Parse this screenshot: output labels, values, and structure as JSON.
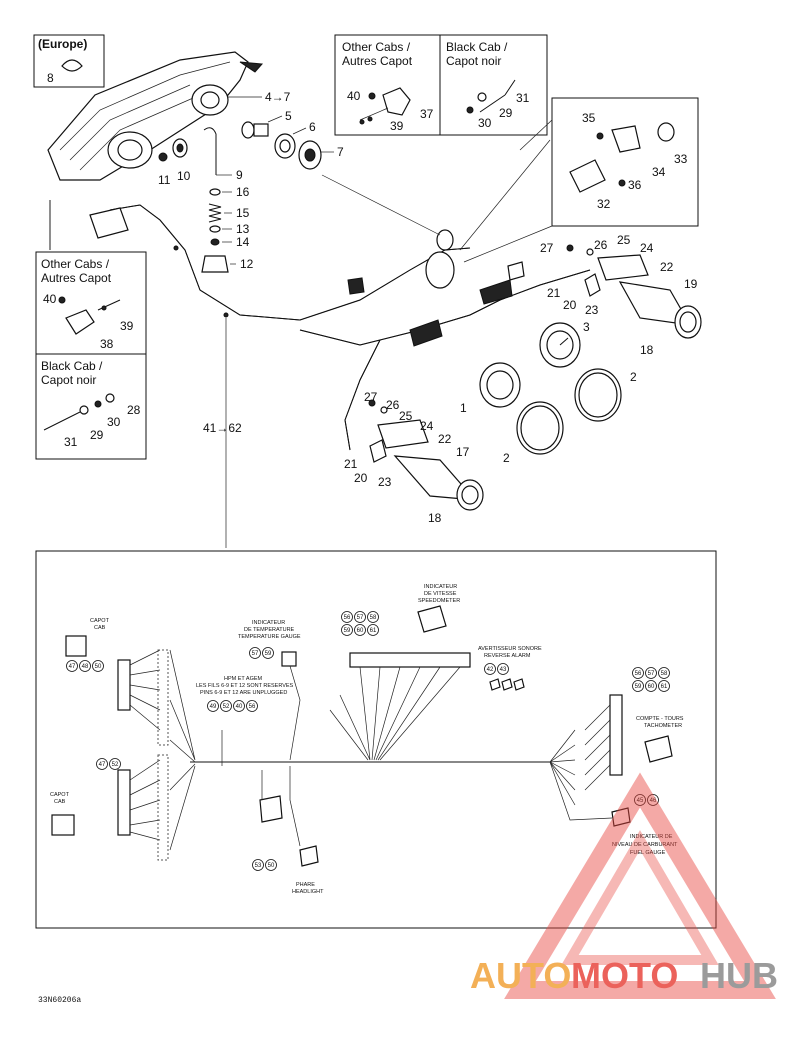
{
  "upper_labels": {
    "europe": "(Europe)",
    "other_cabs_1": "Other Cabs /",
    "other_cabs_2": "Autres Capot",
    "black_cab_1": "Black Cab /",
    "black_cab_2": "Capot noir"
  },
  "callouts": {
    "n8": "8",
    "n4_7": "4→7",
    "n5": "5",
    "n6": "6",
    "n7": "7",
    "n9": "9",
    "n10": "10",
    "n11": "11",
    "n12": "12",
    "n13": "13",
    "n14": "14",
    "n15": "15",
    "n16": "16",
    "n40a": "40",
    "n37a": "37",
    "n39a": "39",
    "n31a": "31",
    "n29a": "29",
    "n30a": "30",
    "n35": "35",
    "n33": "33",
    "n34": "34",
    "n36": "36",
    "n32": "32",
    "n27a": "27",
    "n26a": "26",
    "n25a": "25",
    "n24a": "24",
    "n22a": "22",
    "n21a": "21",
    "n20a": "20",
    "n23a": "23",
    "n19": "19",
    "n18a": "18",
    "n3": "3",
    "n1": "1",
    "n2a": "2",
    "n2b": "2",
    "n40b": "40",
    "n39b": "39",
    "n38": "38",
    "n28": "28",
    "n30b": "30",
    "n29b": "29",
    "n31b": "31",
    "n41_62": "41→62",
    "n27b": "27",
    "n26b": "26",
    "n25b": "25",
    "n24b": "24",
    "n22b": "22",
    "n17": "17",
    "n21b": "21",
    "n20b": "20",
    "n23b": "23",
    "n18b": "18"
  },
  "wiring": {
    "capot_cab_top_1": "CAPOT",
    "capot_cab_top_2": "CAB",
    "capot_cab_bottom_1": "CAPOT",
    "capot_cab_bottom_2": "CAB",
    "temp_gauge_1": "INDICATEUR",
    "temp_gauge_2": "DE TEMPERATURE",
    "temp_gauge_3": "TEMPERATURE GAUGE",
    "speedo_1": "INDICATEUR",
    "speedo_2": "DE VITESSE",
    "speedo_3": "SPEEDOMETER",
    "reverse_1": "AVERTISSEUR SONORE",
    "reverse_2": "REVERSE ALARM",
    "tach_1": "COMPTE - TOURS",
    "tach_2": "TACHOMETER",
    "fuel_1": "INDICATEUR DE",
    "fuel_2": "NIVEAU DE CARBURANT",
    "fuel_3": "FUEL GAUGE",
    "headlight_1": "PHARE",
    "headlight_2": "HEADLIGHT",
    "note_1": "HPM ET AGEM",
    "note_2": "LES FILS 6-9 ET 12 SONT RESERVES",
    "note_3": "PINS 6-9 ET 12 ARE UNPLUGGED",
    "circles_top_left": [
      "47",
      "48",
      "50"
    ],
    "circles_mid_left": [
      "47",
      "52"
    ],
    "circles_temp": [
      "57",
      "59"
    ],
    "circles_speedo_row1": [
      "56",
      "57",
      "58"
    ],
    "circles_speedo_row2": [
      "59",
      "60",
      "61"
    ],
    "circles_tach_row1": [
      "56",
      "57",
      "58"
    ],
    "circles_tach_row2": [
      "59",
      "60",
      "61"
    ],
    "circles_note": [
      "49",
      "52",
      "40",
      "56"
    ],
    "circles_reverse": [
      "42",
      "43"
    ],
    "circles_headlight": [
      "53",
      "50"
    ],
    "circles_fuel": [
      "45",
      "46"
    ]
  },
  "footer": {
    "code": "33N60206a"
  },
  "watermark": {
    "text_a": "AUTO",
    "text_b": "MOTO",
    "text_c": "HUB",
    "color_red": "#e8473f",
    "color_orange": "#f2a33a",
    "color_grey": "#8a8a8a"
  }
}
